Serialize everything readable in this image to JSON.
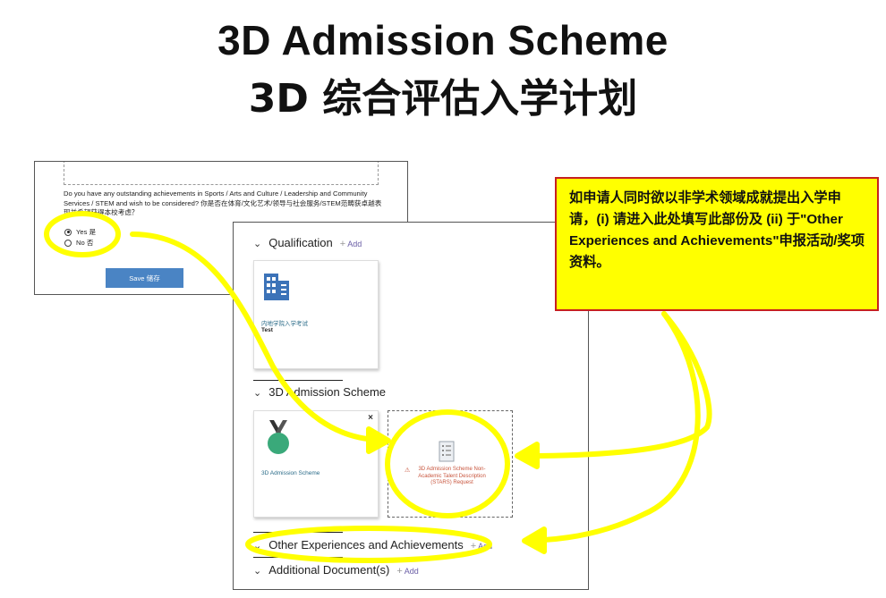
{
  "title": {
    "en": "3D Admission Scheme",
    "zh": "3D 综合评估入学计划"
  },
  "question_screen": {
    "question": "Do you have any outstanding achievements in Sports / Arts and Culture / Leadership and Community Services / STEM and wish to be considered? 你是否在体育/文化艺术/领导与社会服务/STEM范畴获卓越表现并希望获得本校考虑？",
    "options": [
      {
        "label": "Yes 是",
        "selected": true
      },
      {
        "label": "No 否",
        "selected": false
      }
    ],
    "save_label": "Save 储存"
  },
  "sections_screen": {
    "sections": [
      {
        "title": "Qualification",
        "add_label": "Add"
      },
      {
        "title": "3D Admission Scheme"
      },
      {
        "title": "Other Experiences and Achievements",
        "add_label": "Add"
      },
      {
        "title": "Additional Document(s)",
        "add_label": "Add"
      }
    ],
    "qualification_card": {
      "caption": "内地学院入学考试",
      "subcaption": "Test"
    },
    "scheme_card": {
      "caption": "3D Admission Scheme"
    },
    "stars_card": {
      "caption": "3D Admission Scheme Non-Academic Talent Description (STARS) Request"
    }
  },
  "callout": {
    "text": "如申请人同时欲以非学术领域成就提出入学申请，(i) 请进入此处填写此部份及 (ii) 于\"Other Experiences and Achievements\"申报活动/奖项资料。"
  },
  "colors": {
    "highlight": "#ffff00",
    "callout_border": "#c62020",
    "save_button": "#4a84c4",
    "add_link": "#6a5ea6",
    "stars_warning": "#c8553d"
  }
}
